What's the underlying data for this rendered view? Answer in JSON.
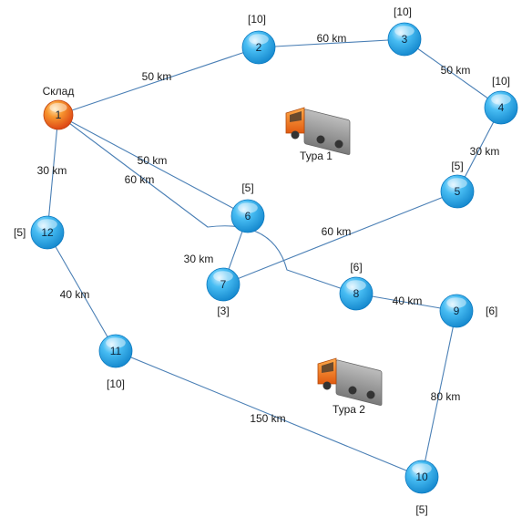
{
  "depot": {
    "label": "Склад"
  },
  "nodes": [
    {
      "id": "1",
      "demand": ""
    },
    {
      "id": "2",
      "demand": "[10]"
    },
    {
      "id": "3",
      "demand": "[10]"
    },
    {
      "id": "4",
      "demand": "[10]"
    },
    {
      "id": "5",
      "demand": "[5]"
    },
    {
      "id": "6",
      "demand": "[5]"
    },
    {
      "id": "7",
      "demand": "[3]"
    },
    {
      "id": "8",
      "demand": "[6]"
    },
    {
      "id": "9",
      "demand": "[6]"
    },
    {
      "id": "10",
      "demand": "[5]"
    },
    {
      "id": "11",
      "demand": "[10]"
    },
    {
      "id": "12",
      "demand": "[5]"
    }
  ],
  "edges": [
    {
      "from": "1",
      "to": "2",
      "label": "50 km"
    },
    {
      "from": "2",
      "to": "3",
      "label": "60 km"
    },
    {
      "from": "3",
      "to": "4",
      "label": "50 km"
    },
    {
      "from": "4",
      "to": "5",
      "label": "30 km"
    },
    {
      "from": "5",
      "to": "7",
      "label": "60 km"
    },
    {
      "from": "7",
      "to": "6",
      "label": "30 km"
    },
    {
      "from": "6",
      "to": "1",
      "label": "50 km"
    },
    {
      "from": "1",
      "to": "8",
      "label": "60 km"
    },
    {
      "from": "8",
      "to": "9",
      "label": "40 km"
    },
    {
      "from": "9",
      "to": "10",
      "label": "80 km"
    },
    {
      "from": "10",
      "to": "11",
      "label": "150 km"
    },
    {
      "from": "11",
      "to": "12",
      "label": "40 km"
    },
    {
      "from": "12",
      "to": "1",
      "label": "30 km"
    }
  ],
  "tours": [
    {
      "label": "Тура 1"
    },
    {
      "label": "Тура 2"
    }
  ],
  "colors": {
    "node": "#1fa7ea",
    "depot": "#f06a1c",
    "edge": "#4a7fb5",
    "truck_cab": "#f07820",
    "truck_box": "#8c8c8c"
  },
  "icons": {
    "truck": "truck-icon"
  }
}
